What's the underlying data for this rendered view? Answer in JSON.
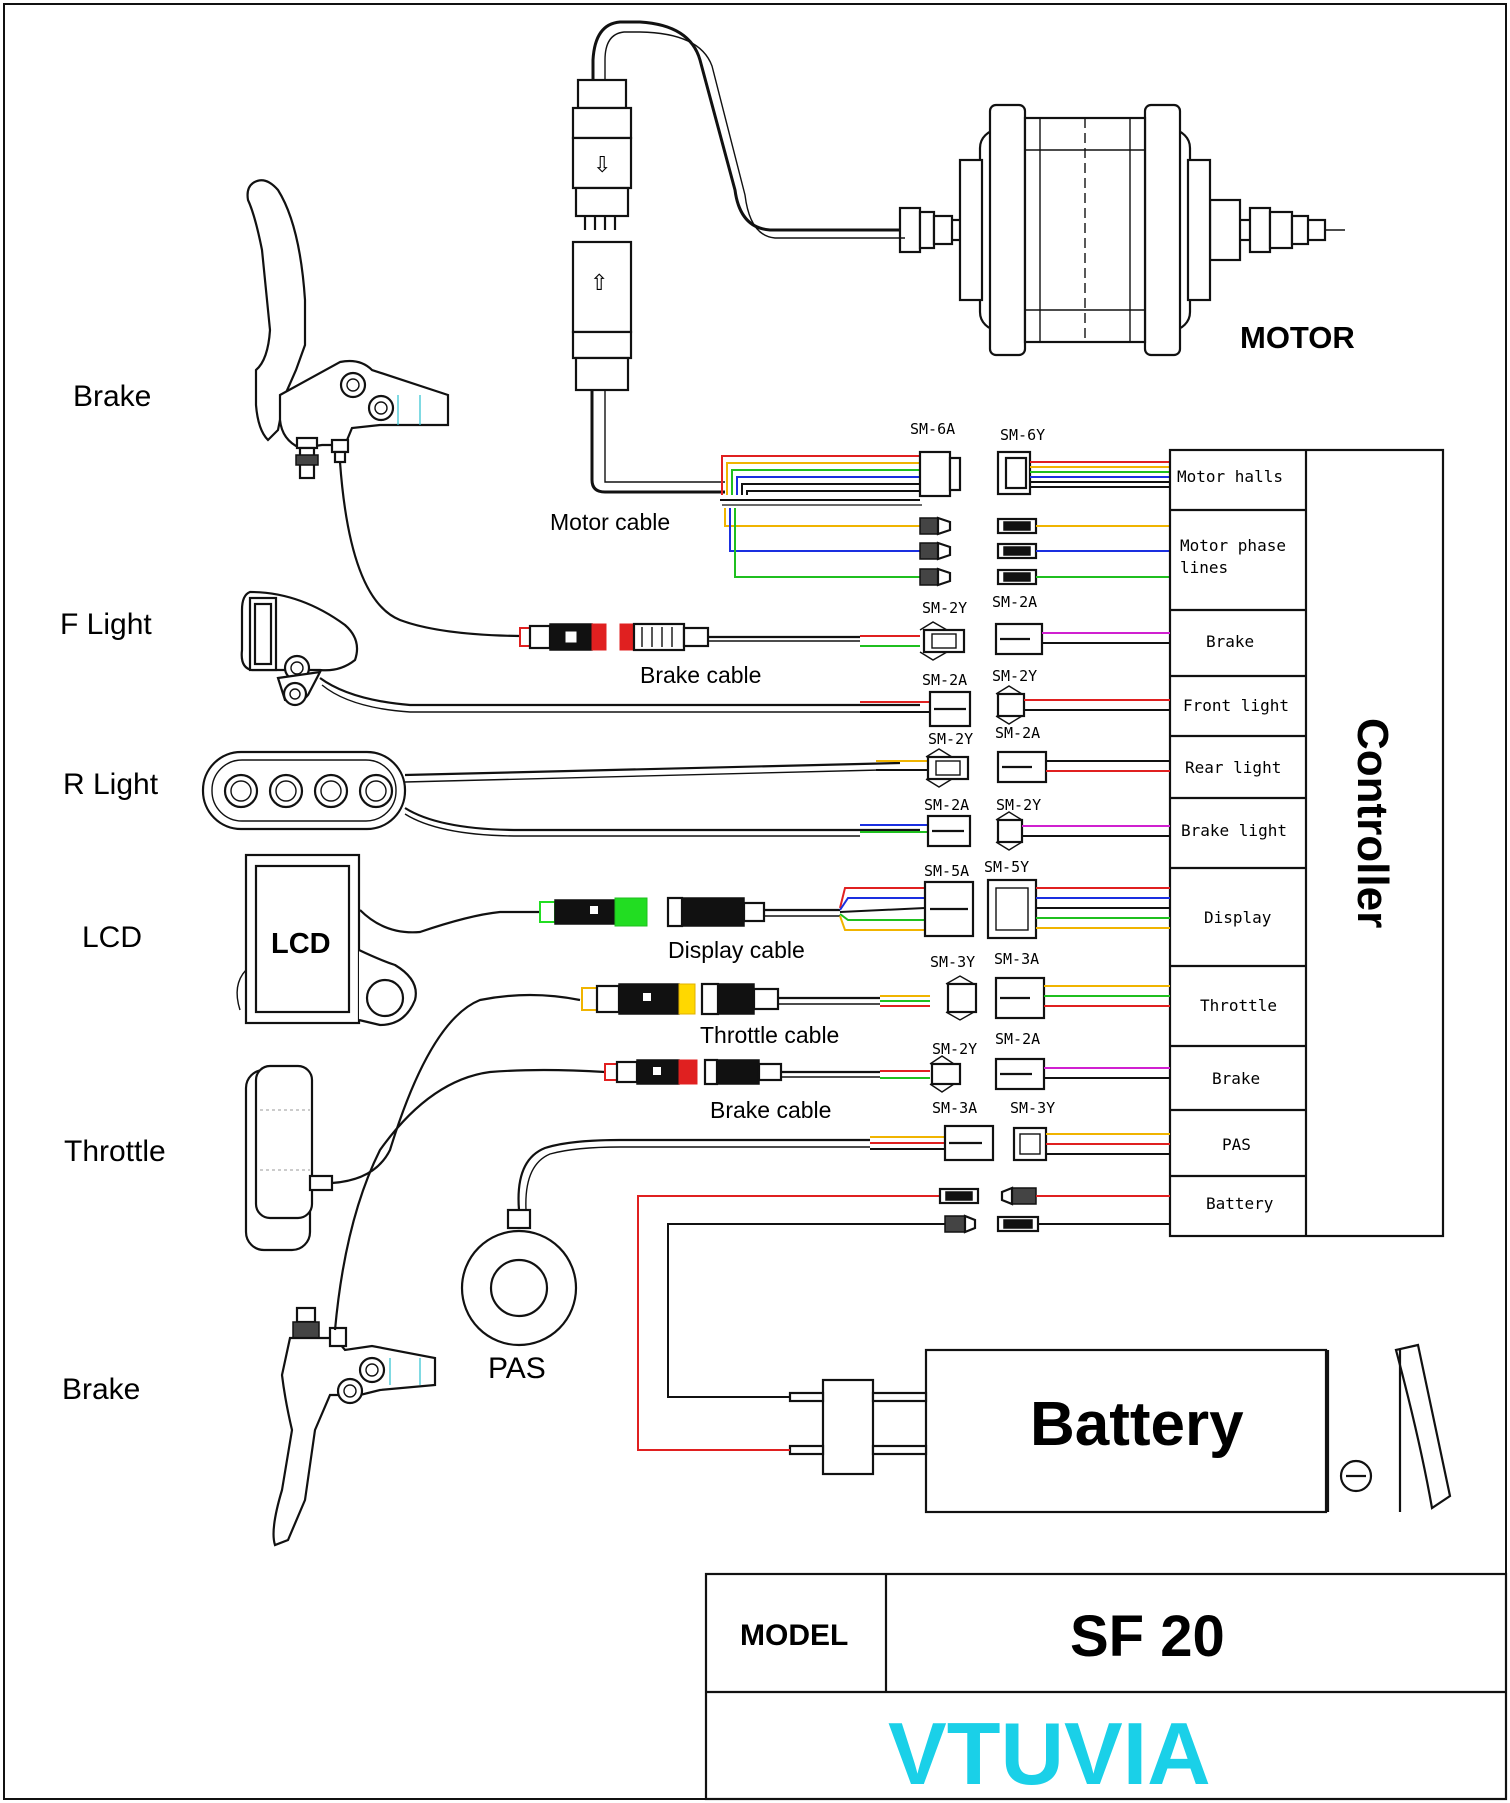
{
  "labels": {
    "brake_top": "Brake",
    "f_light": "F Light",
    "r_light": "R Light",
    "lcd": "LCD",
    "throttle": "Throttle",
    "brake_bottom": "Brake",
    "motor": "MOTOR",
    "pas": "PAS",
    "lcd_screen": "LCD",
    "battery": "Battery"
  },
  "cables": {
    "motor": "Motor cable",
    "brake_1": "Brake cable",
    "display": "Display cable",
    "throttle": "Throttle cable",
    "brake_2": "Brake cable"
  },
  "connectors": {
    "hall_left": "SM-6A",
    "hall_right": "SM-6Y",
    "brake1_left": "SM-2Y",
    "brake1_right": "SM-2A",
    "flight_left": "SM-2A",
    "flight_right": "SM-2Y",
    "rlight_left": "SM-2Y",
    "rlight_right": "SM-2A",
    "blight_left": "SM-2A",
    "blight_right": "SM-2Y",
    "display_left": "SM-5A",
    "display_right": "SM-5Y",
    "throttle_left": "SM-3Y",
    "throttle_right": "SM-3A",
    "brake2_left": "SM-2Y",
    "brake2_right": "SM-2A",
    "pas_left": "SM-3A",
    "pas_right": "SM-3Y"
  },
  "controller": {
    "title": "Controller",
    "ports": [
      {
        "label": "Motor halls"
      },
      {
        "label": "Motor phase",
        "label2": "lines"
      },
      {
        "label": "Brake"
      },
      {
        "label": "Front light"
      },
      {
        "label": "Rear light"
      },
      {
        "label": "Brake light"
      },
      {
        "label": "Display"
      },
      {
        "label": "Throttle"
      },
      {
        "label": "Brake"
      },
      {
        "label": "PAS"
      },
      {
        "label": "Battery"
      }
    ]
  },
  "title_block": {
    "model_label": "MODEL",
    "model_value": "SF 20",
    "brand": "VTUVIA"
  },
  "colors": {
    "red": "#e02020",
    "yellow": "#f0b400",
    "green": "#1fbf1f",
    "blue": "#1a2fe0",
    "black": "#111111",
    "magenta": "#d020d0",
    "brand": "#1ad0e8",
    "bright_green": "#22dd22",
    "bright_yellow": "#ffd800"
  },
  "icons": [
    "motor-hub-drawing",
    "brake-lever-drawing",
    "headlight-drawing",
    "rear-light-drawing",
    "lcd-display-drawing",
    "throttle-drawing",
    "pas-sensor-drawing",
    "battery-drawing"
  ]
}
